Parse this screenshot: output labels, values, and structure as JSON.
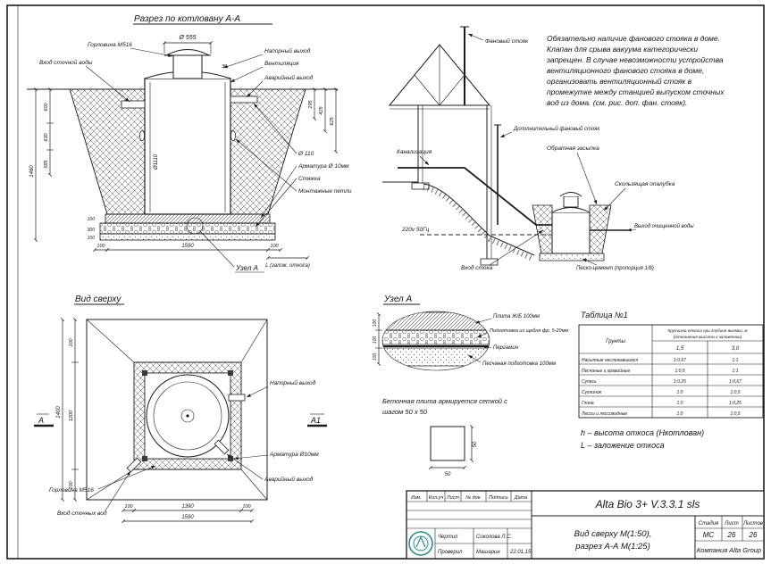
{
  "section_aa": {
    "title": "Разрез по котловану А-А",
    "labels": {
      "gorlovina": "Горловина М516",
      "vhod": "Вход сточной воды",
      "d555": "Ø 555",
      "napor": "Напорный выход",
      "vent": "Вентиляция",
      "avar": "Аварийный выход",
      "d110": "Ø 110",
      "armatura": "Арматура Ø 10мм",
      "styazhka": "Стяжка",
      "petli": "Монтажные петли",
      "uzel": "Узел А",
      "d1110": "Ø1110"
    },
    "dims": {
      "d600": "600",
      "d630": "630",
      "d585": "585",
      "d30": "30",
      "d1460": "1460",
      "d295": "295",
      "d425": "425",
      "d625": "625",
      "layer_top": "100",
      "layer_mid": "300",
      "layer_bot": "100",
      "bottom_left": "100",
      "bottom_mid": "1590",
      "bottom_right": "100",
      "slope": "L (залож. откоса)"
    }
  },
  "top_view": {
    "title": "Вид сверху",
    "marker_a": "А",
    "marker_a1": "А1",
    "labels": {
      "napor": "Напорный выход",
      "armatura": "Арматура Ø10мм",
      "avar": "Аварийный выход",
      "gorlovina": "Горловина М516",
      "vhod": "Вход сточных вод"
    },
    "dims": {
      "left_top": "100",
      "left_outer": "1400",
      "left_inner": "1200",
      "left_bot": "100",
      "bot_left": "100",
      "bot_mid": "1390",
      "bot_right": "100",
      "bot_total": "1590"
    }
  },
  "house": {
    "labels": {
      "fan": "Фановый стояк",
      "dop_fan": "Дополнительный фановый стояк",
      "kanalizaciya": "Канализация",
      "zasypka": "Обратная засыпка",
      "opalubka": "Скользящая опалубка",
      "power": "220v 50Гц",
      "vhod_stoka": "Вход стока",
      "vyhod_vody": "Выход очищенной воды",
      "pesko": "Песко-цемент (пропорция 1/8)"
    }
  },
  "note": {
    "lines": [
      "Обязательно наличие фанового стояка в доме.",
      "Клапан для срыва вакуума категорически",
      "запрещен. В случае невозможности устройства",
      "вентиляционного фанового стояка в доме,",
      "организовать вентиляционный стояк в",
      "промежутке между станцией выпуском сточных",
      "вод из дома. (см. рис. доп. фан. стояк)."
    ]
  },
  "uzel_a": {
    "title": "Узел А",
    "labels": {
      "plita": "Плита Ж/Б 100мм",
      "sheben": "Подготовка из щебня фр. 5-20мм",
      "pergamin": "Пергамин",
      "pesok": "Песчаная подготовка 100мм"
    },
    "dims": {
      "d1": "100",
      "d2": "100",
      "d3": "100",
      "sq_w": "50",
      "sq_h": "50"
    },
    "note1": "Бетонная плита армируется сеткой с",
    "note2": "шагом 50 x 50"
  },
  "table1": {
    "title": "Таблица №1",
    "col_grunty": "Грунты",
    "header1": "Крутизна откоса при глубине выемки, м",
    "header2": "(отношение высоты к заложению)",
    "depth1": "1,5",
    "depth2": "3,0",
    "rows": [
      {
        "name": "Насыпные неслежавшиеся",
        "v1": "1:0,67",
        "v2": "1:1"
      },
      {
        "name": "Песчаные и гравийные",
        "v1": "1:0,5",
        "v2": "1:1"
      },
      {
        "name": "Супесь",
        "v1": "1:0,25",
        "v2": "1:0,67"
      },
      {
        "name": "Суглинок",
        "v1": "1:0",
        "v2": "1:0,5"
      },
      {
        "name": "Глина",
        "v1": "1:0",
        "v2": "1:0,25"
      },
      {
        "name": "Лессы и лессовидные",
        "v1": "1:0",
        "v2": "1:0,5"
      }
    ],
    "note_h": "h – высота откоса (Нкотлован)",
    "note_l": "L – заложение откоса"
  },
  "titleblock": {
    "cols": [
      "Изм.",
      "Кол.уч",
      "Лист",
      "№ док.",
      "Подпись",
      "Дата"
    ],
    "chertil": "Чертил",
    "chertil_name": "Соколова Л.С.",
    "proveril": "Проверил",
    "proveril_name": "Машарин",
    "date": "22.01.15",
    "doc_title": "Alta Bio 3+ V.3.3.1 sls",
    "view_line1": "Вид сверху М(1:50),",
    "view_line2": "разрез А-А М(1:25)",
    "stadia_label": "Стадия",
    "list_label": "Лист",
    "listov_label": "Листов",
    "stadia": "МС",
    "list": "26",
    "listov": "26",
    "company": "Компания Alta Group",
    "logo_color": "#2a8f8f"
  }
}
